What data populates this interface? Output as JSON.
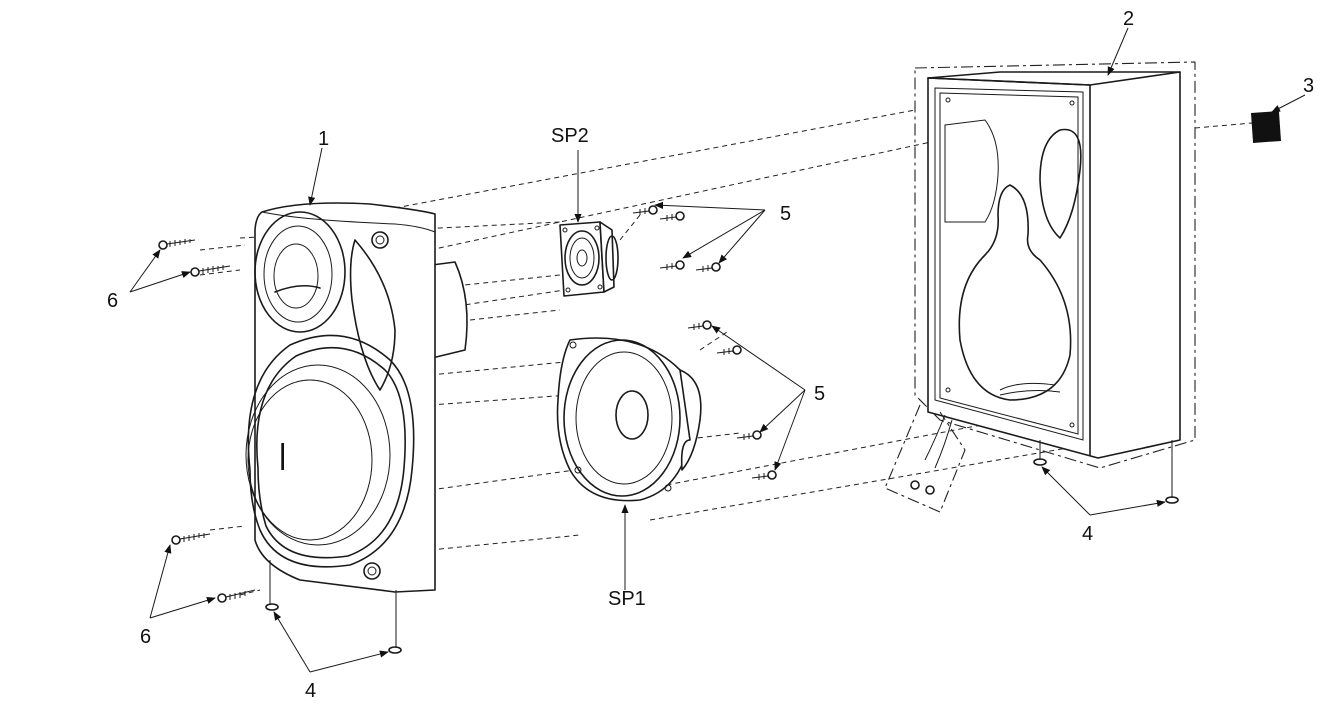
{
  "diagram": {
    "labels": {
      "front_baffle": "1",
      "cabinet": "2",
      "badge": "3",
      "foot_left": "4",
      "foot_right": "4",
      "screws_sp2": "5",
      "screws_sp1": "5",
      "screws_top": "6",
      "screws_bottom": "6",
      "tweeter": "SP2",
      "woofer": "SP1"
    }
  }
}
